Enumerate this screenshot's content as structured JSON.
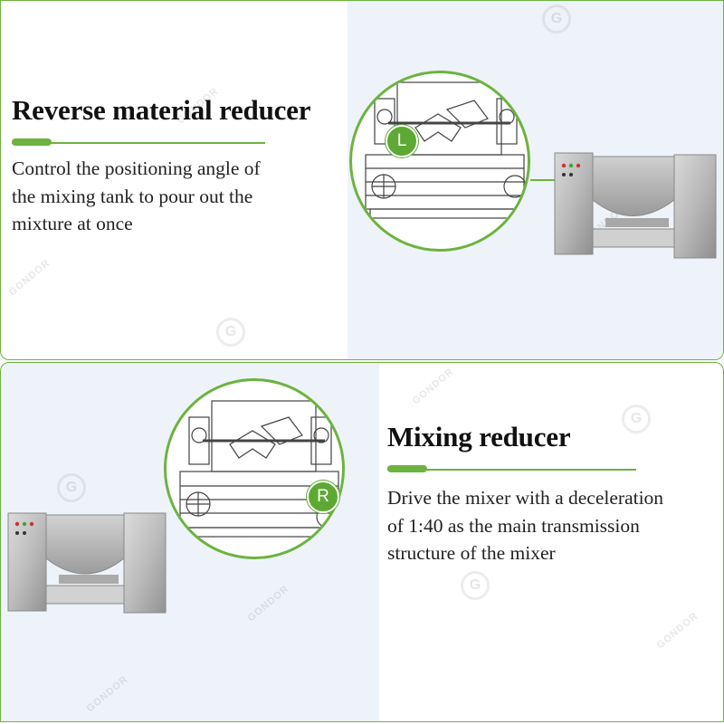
{
  "sections": [
    {
      "title": "Reverse material reducer",
      "description_lines": [
        "Control the positioning angle of",
        "the mixing tank to pour out the",
        "mixture at once"
      ],
      "badge": "L"
    },
    {
      "title": "Mixing reducer",
      "description_lines": [
        "Drive the mixer with a deceleration",
        "of 1:40 as the main transmission",
        "structure of the mixer"
      ],
      "badge": "R"
    }
  ],
  "watermark": {
    "text": "GONDOR",
    "logo_letter": "G"
  },
  "colors": {
    "accent": "#6db33f",
    "badge": "#5ea934",
    "photo_background": "#eef3f9",
    "text": "#111111"
  }
}
